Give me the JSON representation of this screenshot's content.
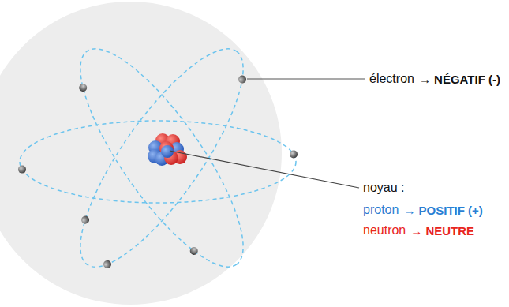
{
  "diagram": {
    "labels": [
      "électron",
      "→ NÉGATIF (-)",
      "noyau :",
      "proton",
      "→ POSITIF (+)",
      "neutron",
      "→ NEUTRE"
    ]
  }
}
